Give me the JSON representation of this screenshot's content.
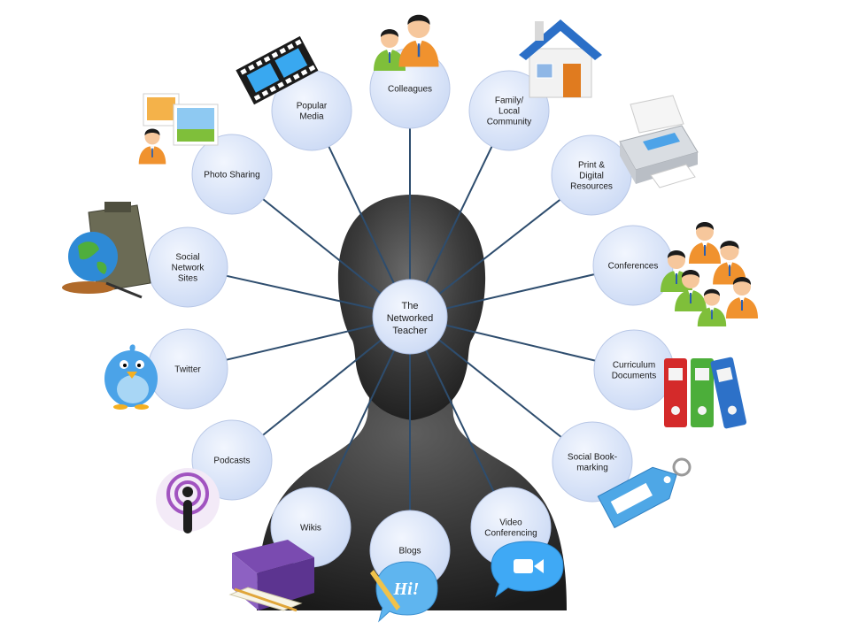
{
  "center": {
    "label": [
      "The",
      "Networked",
      "Teacher"
    ]
  },
  "nodes": [
    {
      "id": "colleagues",
      "label": [
        "Colleagues"
      ],
      "icon": "colleagues-people-icon"
    },
    {
      "id": "family",
      "label": [
        "Family/",
        "Local",
        "Community"
      ],
      "icon": "house-icon"
    },
    {
      "id": "print",
      "label": [
        "Print &",
        "Digital",
        "Resources"
      ],
      "icon": "printer-icon"
    },
    {
      "id": "conferences",
      "label": [
        "Conferences"
      ],
      "icon": "crowd-icon"
    },
    {
      "id": "curriculum",
      "label": [
        "Curriculum",
        "Documents"
      ],
      "icon": "binders-icon"
    },
    {
      "id": "bookmarking",
      "label": [
        "Social Book-",
        "marking"
      ],
      "icon": "tag-icon"
    },
    {
      "id": "video",
      "label": [
        "Video",
        "Conferencing"
      ],
      "icon": "video-camera-icon"
    },
    {
      "id": "blogs",
      "label": [
        "Blogs"
      ],
      "icon": "hi-speech-bubble-icon"
    },
    {
      "id": "wikis",
      "label": [
        "Wikis"
      ],
      "icon": "notebook-icon"
    },
    {
      "id": "podcasts",
      "label": [
        "Podcasts"
      ],
      "icon": "podcast-icon"
    },
    {
      "id": "twitter",
      "label": [
        "Twitter"
      ],
      "icon": "bird-icon"
    },
    {
      "id": "social",
      "label": [
        "Social",
        "Network",
        "Sites"
      ],
      "icon": "globe-bag-icon"
    },
    {
      "id": "photo",
      "label": [
        "Photo Sharing"
      ],
      "icon": "photos-icon"
    },
    {
      "id": "media",
      "label": [
        "Popular",
        "Media"
      ],
      "icon": "film-strip-icon"
    }
  ],
  "colors": {
    "node_fill": "#d6e2f8",
    "node_stroke": "#b8c7e6",
    "connector": "#2e4d6e",
    "silhouette": "#3b3b3b"
  }
}
